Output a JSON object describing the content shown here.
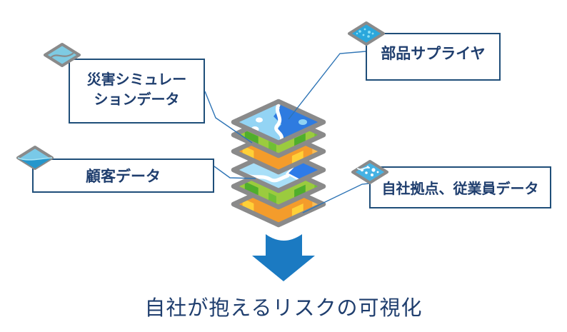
{
  "callouts": {
    "disaster_sim": {
      "label": "災害シミュレー\nションデータ",
      "icon": "map-tile-contour-icon"
    },
    "parts_supplier": {
      "label": "部品サプライヤ",
      "icon": "map-tile-points-icon"
    },
    "customer_data": {
      "label": "顧客データ",
      "icon": "map-tile-water-icon"
    },
    "company_sites": {
      "label": "自社拠点、従業員データ",
      "icon": "map-tile-bubbles-icon"
    }
  },
  "caption": "自社が抱えるリスクの可視化",
  "stack": {
    "layer_count": 6,
    "layers": [
      "blue-basemap-layer",
      "green-landuse-layer",
      "orange-hazard-layer",
      "lightblue-water-layer",
      "green-landuse-layer",
      "orange-hazard-layer"
    ],
    "arrow": "down-arrow"
  },
  "colors": {
    "text_navy": "#1F3E6E",
    "box_border_navy": "#1F4E79",
    "connector_blue": "#2E74B5",
    "arrow_blue": "#1B7AC2",
    "tile_border_gray": "#8A8A8A",
    "basemap_blue": "#2E7BE0",
    "basemap_light_blue": "#93D4F4",
    "landuse_green": "#9BCB3E",
    "landuse_dark_green": "#4FAE2C",
    "hazard_orange": "#F49C2B",
    "hazard_yellow": "#FFD038",
    "water_light_blue": "#A8DFF8",
    "icon_blue": "#2AA7DC",
    "icon_sky_blue": "#7ECBE3"
  }
}
